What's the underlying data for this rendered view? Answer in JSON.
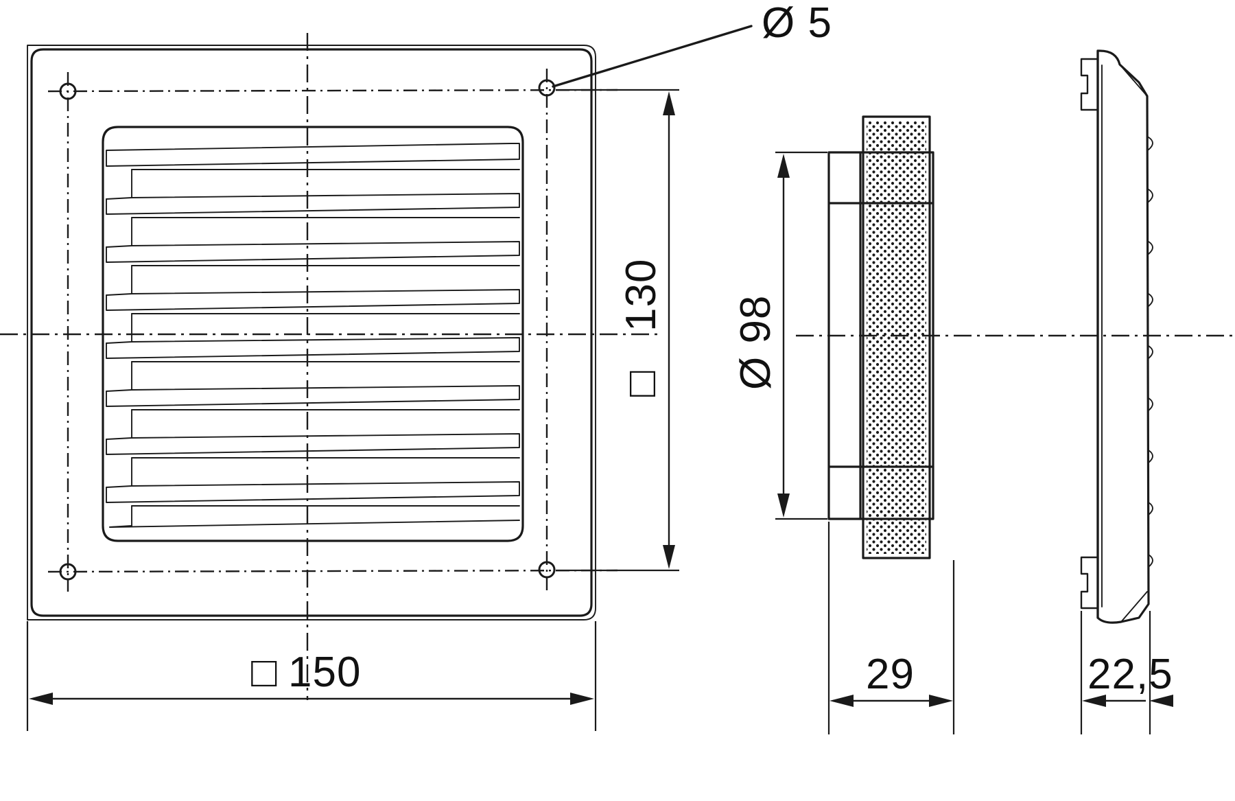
{
  "drawing": {
    "title": "Ventilation grille technical drawing",
    "views": [
      {
        "name": "front-view",
        "label": "front elevation of louvered ventilation grille"
      },
      {
        "name": "side-view",
        "label": "side section of grille with insect mesh and duct spigot"
      }
    ],
    "line_color": "#1a1a1a",
    "background_color": "#ffffff"
  },
  "dimensions": {
    "hole_diameter": {
      "id": "dia-5",
      "text": "Ø 5",
      "value": 5,
      "unit": "mm",
      "symbol": "diameter"
    },
    "hole_spacing_vertical": {
      "id": "dim-130",
      "text": "130",
      "prefix": "□",
      "value": 130,
      "unit": "mm",
      "symbol": "square"
    },
    "plate_width": {
      "id": "dim-150",
      "text": "150",
      "prefix": "□",
      "value": 150,
      "unit": "mm",
      "symbol": "square"
    },
    "spigot_diameter": {
      "id": "dia-98",
      "text": "Ø 98",
      "value": 98,
      "unit": "mm",
      "symbol": "diameter"
    },
    "spigot_depth": {
      "id": "dim-29",
      "text": "29",
      "value": 29,
      "unit": "mm"
    },
    "front_depth": {
      "id": "dim-22-5",
      "text": "22,5",
      "value": 22.5,
      "unit": "mm"
    }
  },
  "labels": {
    "dia5": "Ø 5",
    "dim130": "130",
    "dim130_prefix": "□",
    "dim150": "150",
    "dim150_prefix": "□",
    "dia98": "Ø 98",
    "dim29": "29",
    "dim225": "22,5"
  },
  "front_view": {
    "louver_count": 9,
    "mounting_holes": 4,
    "hole_positions": [
      "top-left",
      "top-right",
      "bottom-left",
      "bottom-right"
    ]
  },
  "side_view": {
    "has_insect_mesh": true,
    "mesh_pattern": "dotted",
    "segments": [
      "faceplate",
      "mesh-screen",
      "spigot"
    ]
  }
}
